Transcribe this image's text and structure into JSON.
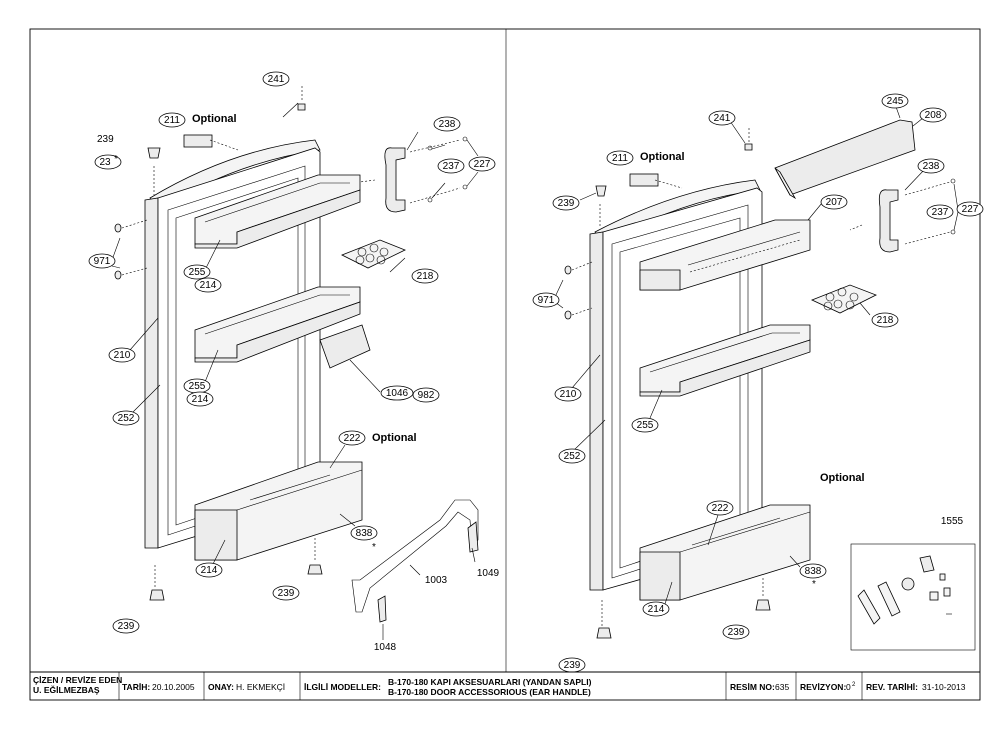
{
  "labels_left": {
    "l241": "241",
    "l211": "211",
    "l211_opt": "Optional",
    "l239_top": "239",
    "l23": "23",
    "l23_star": "*",
    "l238": "238",
    "l237": "237",
    "l227": "227",
    "l971": "971",
    "l255a": "255",
    "l214a": "214",
    "l218": "218",
    "l210": "210",
    "l255b": "255",
    "l214b": "214",
    "l1046": "1046",
    "l982": "982",
    "l252": "252",
    "l222": "222",
    "l222_opt": "Optional",
    "l838": "838",
    "l838_star": "*",
    "l214c": "214",
    "l239_mid": "239",
    "l1003": "1003",
    "l1049": "1049",
    "l239_bot": "239",
    "l1048": "1048"
  },
  "labels_right": {
    "l241": "241",
    "l245": "245",
    "l208": "208",
    "l211": "211",
    "l211_opt": "Optional",
    "l239_top": "239",
    "l238": "238",
    "l207": "207",
    "l237": "237",
    "l227": "227",
    "l971": "971",
    "l218": "218",
    "l210": "210",
    "l255": "255",
    "l252": "252",
    "l_opt": "Optional",
    "l222": "222",
    "l838": "838",
    "l838_star": "*",
    "l1555": "1555",
    "l214": "214",
    "l239_mid": "239",
    "l239_bot": "239"
  },
  "title_block": {
    "drawn_label": "ÇİZEN / REVİZE EDEN",
    "drawn_value": "U. EĞİLMEZBAŞ",
    "date_label": "TARİH:",
    "date_value": "20.10.2005",
    "approval_label": "ONAY:",
    "approval_value": "H. EKMEKÇİ",
    "models_label": "İLGİLİ MODELLER:",
    "models_line1": "B-170-180 KAPI AKSESUARLARI (YANDAN SAPLI)",
    "models_line2": "B-170-180 DOOR  ACCESSORIOUS (EAR HANDLE)",
    "drawing_no_label": "RESİM NO:",
    "drawing_no_value": "635",
    "revision_label": "REVİZYON:",
    "revision_value": "0",
    "revision_sup": "2",
    "rev_date_label": "REV. TARİHİ:",
    "rev_date_value": "31-10-2013"
  }
}
